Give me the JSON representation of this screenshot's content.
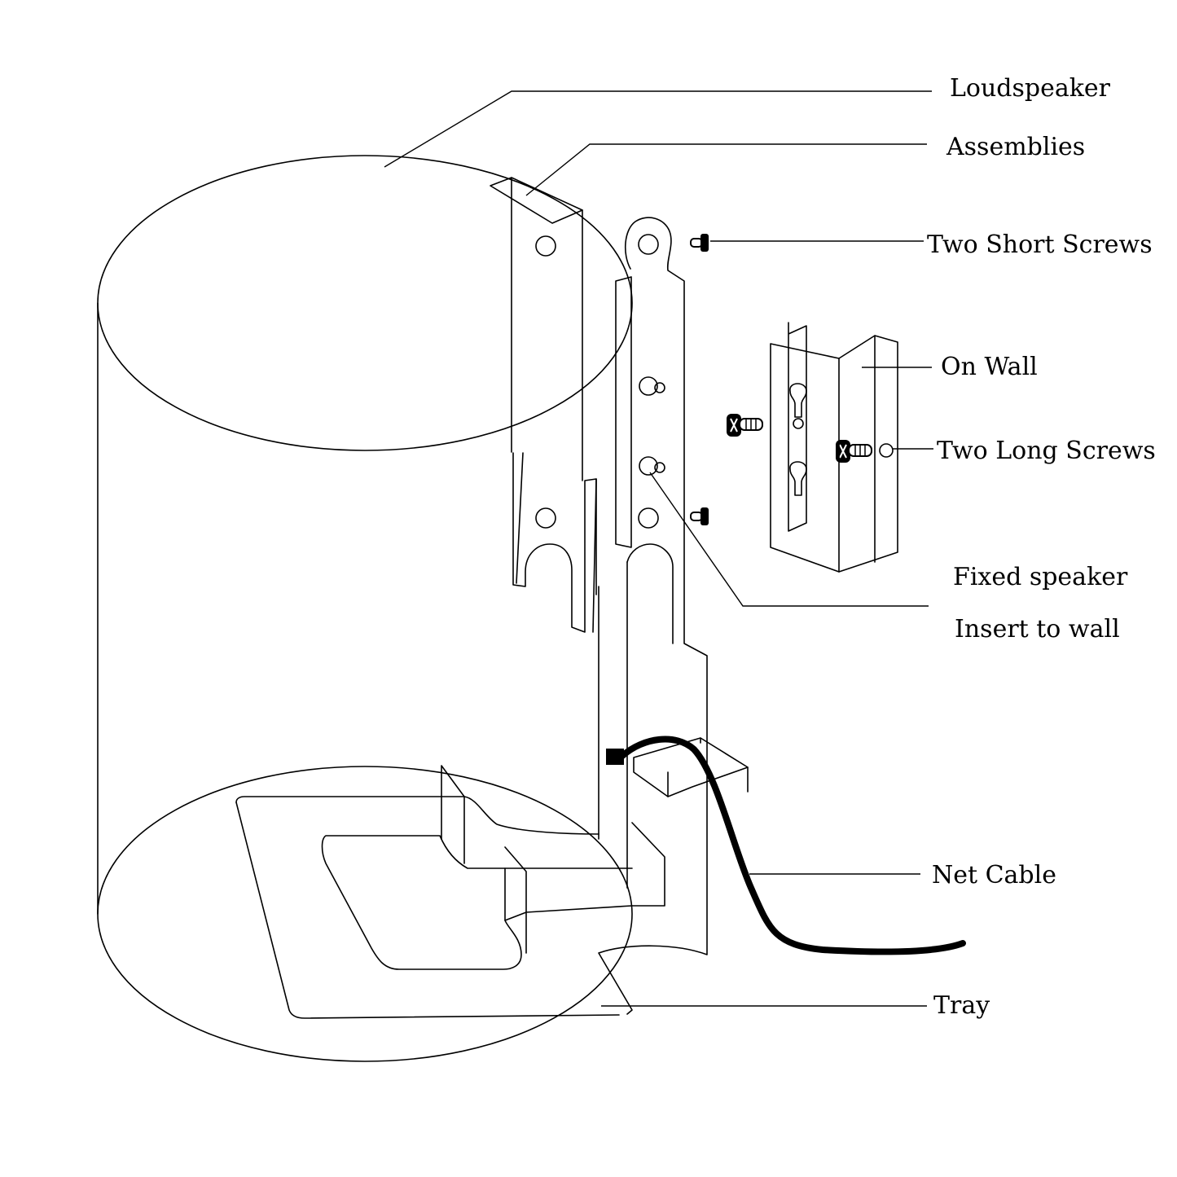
{
  "labels": {
    "loudspeaker": "Loudspeaker",
    "assemblies": "Assemblies",
    "two_short_screws": "Two Short Screws",
    "on_wall": "On Wall",
    "two_long_screws": "Two Long Screws",
    "fixed_speaker": "Fixed speaker",
    "insert_to_wall": "Insert to wall",
    "net_cable": "Net Cable",
    "tray": "Tray"
  }
}
